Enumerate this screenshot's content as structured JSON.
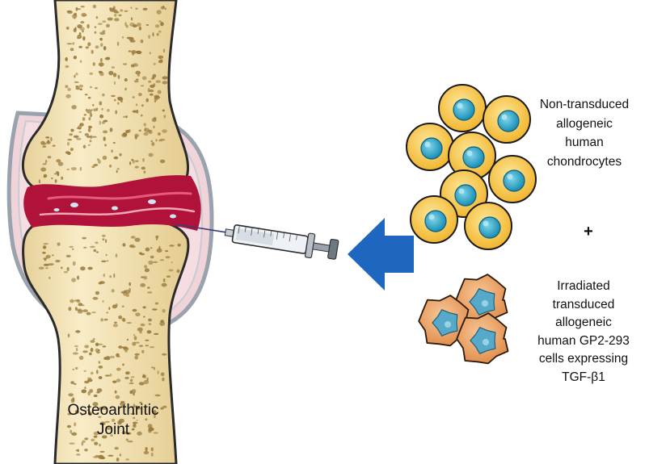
{
  "labels": {
    "joint": [
      "Osteoarthritic",
      "Joint"
    ],
    "chondrocytes": [
      "Non-transduced",
      "allogeneic",
      "human",
      "chondrocytes"
    ],
    "plus": "+",
    "gp2_cells": [
      "Irradiated",
      "transduced",
      "allogeneic",
      "human GP2-293",
      "cells expressing",
      "TGF-β1"
    ]
  },
  "icons": {
    "joint": "osteoarthritic-joint-illustration",
    "syringe": "syringe-icon",
    "arrow": "arrow-left-icon",
    "chondrocytes": "chondrocyte-cell-icon",
    "gp2": "gp2-293-cell-icon"
  },
  "colors": {
    "bone": "#f5e6b8",
    "bone_pore": "#9a7a3c",
    "inflammation": "#b0123a",
    "capsule": "#f3d7dd",
    "arrow": "#1f66c1",
    "chondrocyte_body": "#f6c445",
    "chondrocyte_nucleus": "#2ea6c8",
    "gp2_body": "#eda867",
    "gp2_nucleus": "#56a9c9"
  }
}
